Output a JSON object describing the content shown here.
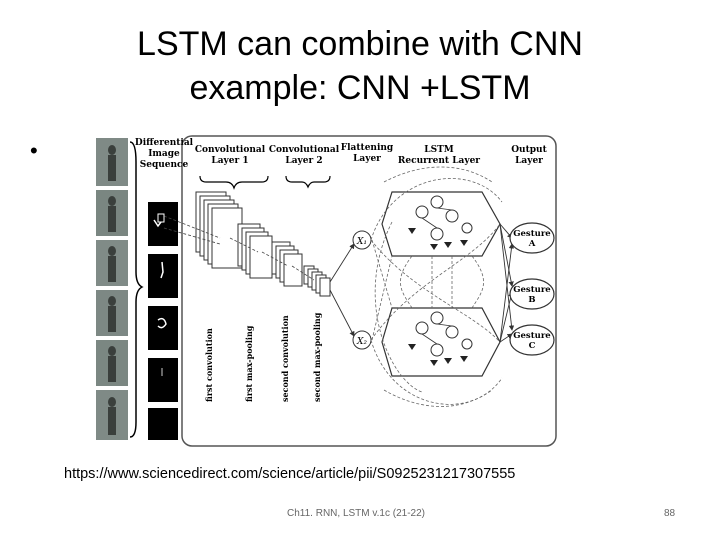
{
  "slide": {
    "title_line1": "LSTM can combine with CNN",
    "title_line2": "example: CNN +LSTM",
    "bullet": "•",
    "url": "https://www.sciencedirect.com/science/article/pii/S0925231217307555",
    "footer": "Ch11. RNN, LSTM v.1c (21-22)",
    "page_number": "88"
  },
  "figure": {
    "headers": {
      "input_l1": "Differential",
      "input_l2": "Image",
      "input_l3": "Sequence",
      "conv1_l1": "Convolutional",
      "conv1_l2": "Layer 1",
      "conv2_l1": "Convolutional",
      "conv2_l2": "Layer 2",
      "flat_l1": "Flattening",
      "flat_l2": "Layer",
      "lstm_l1": "LSTM",
      "lstm_l2": "Recurrent Layer",
      "out_l1": "Output",
      "out_l2": "Layer"
    },
    "steps": {
      "first_conv": "first convolution",
      "first_pool": "first max-pooling",
      "second_conv": "second convolution",
      "second_pool": "second max-pooling"
    },
    "nodes": {
      "x1": "X₁",
      "x2": "X₂"
    },
    "outputs": [
      {
        "l1": "Gesture",
        "l2": "A"
      },
      {
        "l1": "Gesture",
        "l2": "B"
      },
      {
        "l1": "Gesture",
        "l2": "C"
      }
    ]
  }
}
